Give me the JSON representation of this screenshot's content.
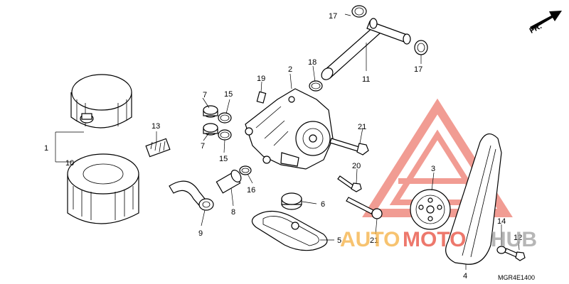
{
  "callouts": {
    "c1": "1",
    "c2": "2",
    "c3": "3",
    "c4": "4",
    "c5": "5",
    "c6": "6",
    "c7a": "7",
    "c7b": "7",
    "c8": "8",
    "c9": "9",
    "c10": "10",
    "c11": "11",
    "c12": "12",
    "c13": "13",
    "c14": "14",
    "c15a": "15",
    "c15b": "15",
    "c16": "16",
    "c17a": "17",
    "c17b": "17",
    "c18": "18",
    "c19": "19",
    "c20": "20",
    "c21a": "21",
    "c21b": "21"
  },
  "front_arrow": "FR.",
  "diagram_code": "MGR4E1400",
  "watermark": {
    "part1": "AUTO",
    "part2": "MOTO",
    "part3": "HUB",
    "color_orange": "#f5b041",
    "color_red": "#e74c3c",
    "color_gray": "#9e9e9e"
  }
}
